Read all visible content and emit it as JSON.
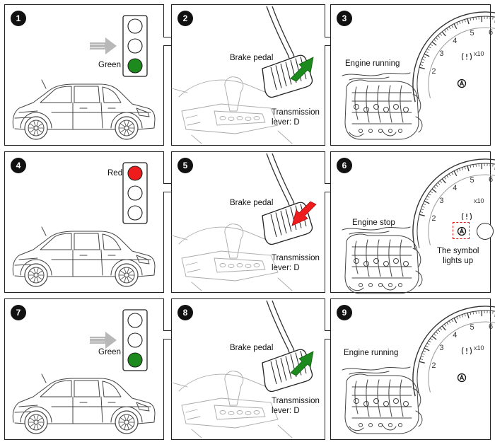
{
  "steps": [
    {
      "number": "1",
      "light_label": "Green",
      "active_light": "green"
    },
    {
      "number": "2",
      "pedal_label": "Brake pedal",
      "transmission_label": "Transmission\nlever: D",
      "pedal_arrow": "release"
    },
    {
      "number": "3",
      "engine_label": "Engine running"
    },
    {
      "number": "4",
      "light_label": "Red",
      "active_light": "red"
    },
    {
      "number": "5",
      "pedal_label": "Brake pedal",
      "transmission_label": "Transmission\nlever: D",
      "pedal_arrow": "press"
    },
    {
      "number": "6",
      "engine_label": "Engine stop",
      "symbol_label": "The symbol\nlights up"
    },
    {
      "number": "7",
      "light_label": "Green",
      "active_light": "green"
    },
    {
      "number": "8",
      "pedal_label": "Brake pedal",
      "transmission_label": "Transmission\nlever: D",
      "pedal_arrow": "release"
    },
    {
      "number": "9",
      "engine_label": "Engine running"
    }
  ],
  "gauge": {
    "ticks": [
      "2",
      "3",
      "4",
      "5",
      "6"
    ],
    "unit": "x10"
  },
  "colors": {
    "green": "#1c8a1c",
    "red": "#ee1c1c",
    "arrow_gray": "#b8b8b8",
    "highlight": "#e02020"
  }
}
